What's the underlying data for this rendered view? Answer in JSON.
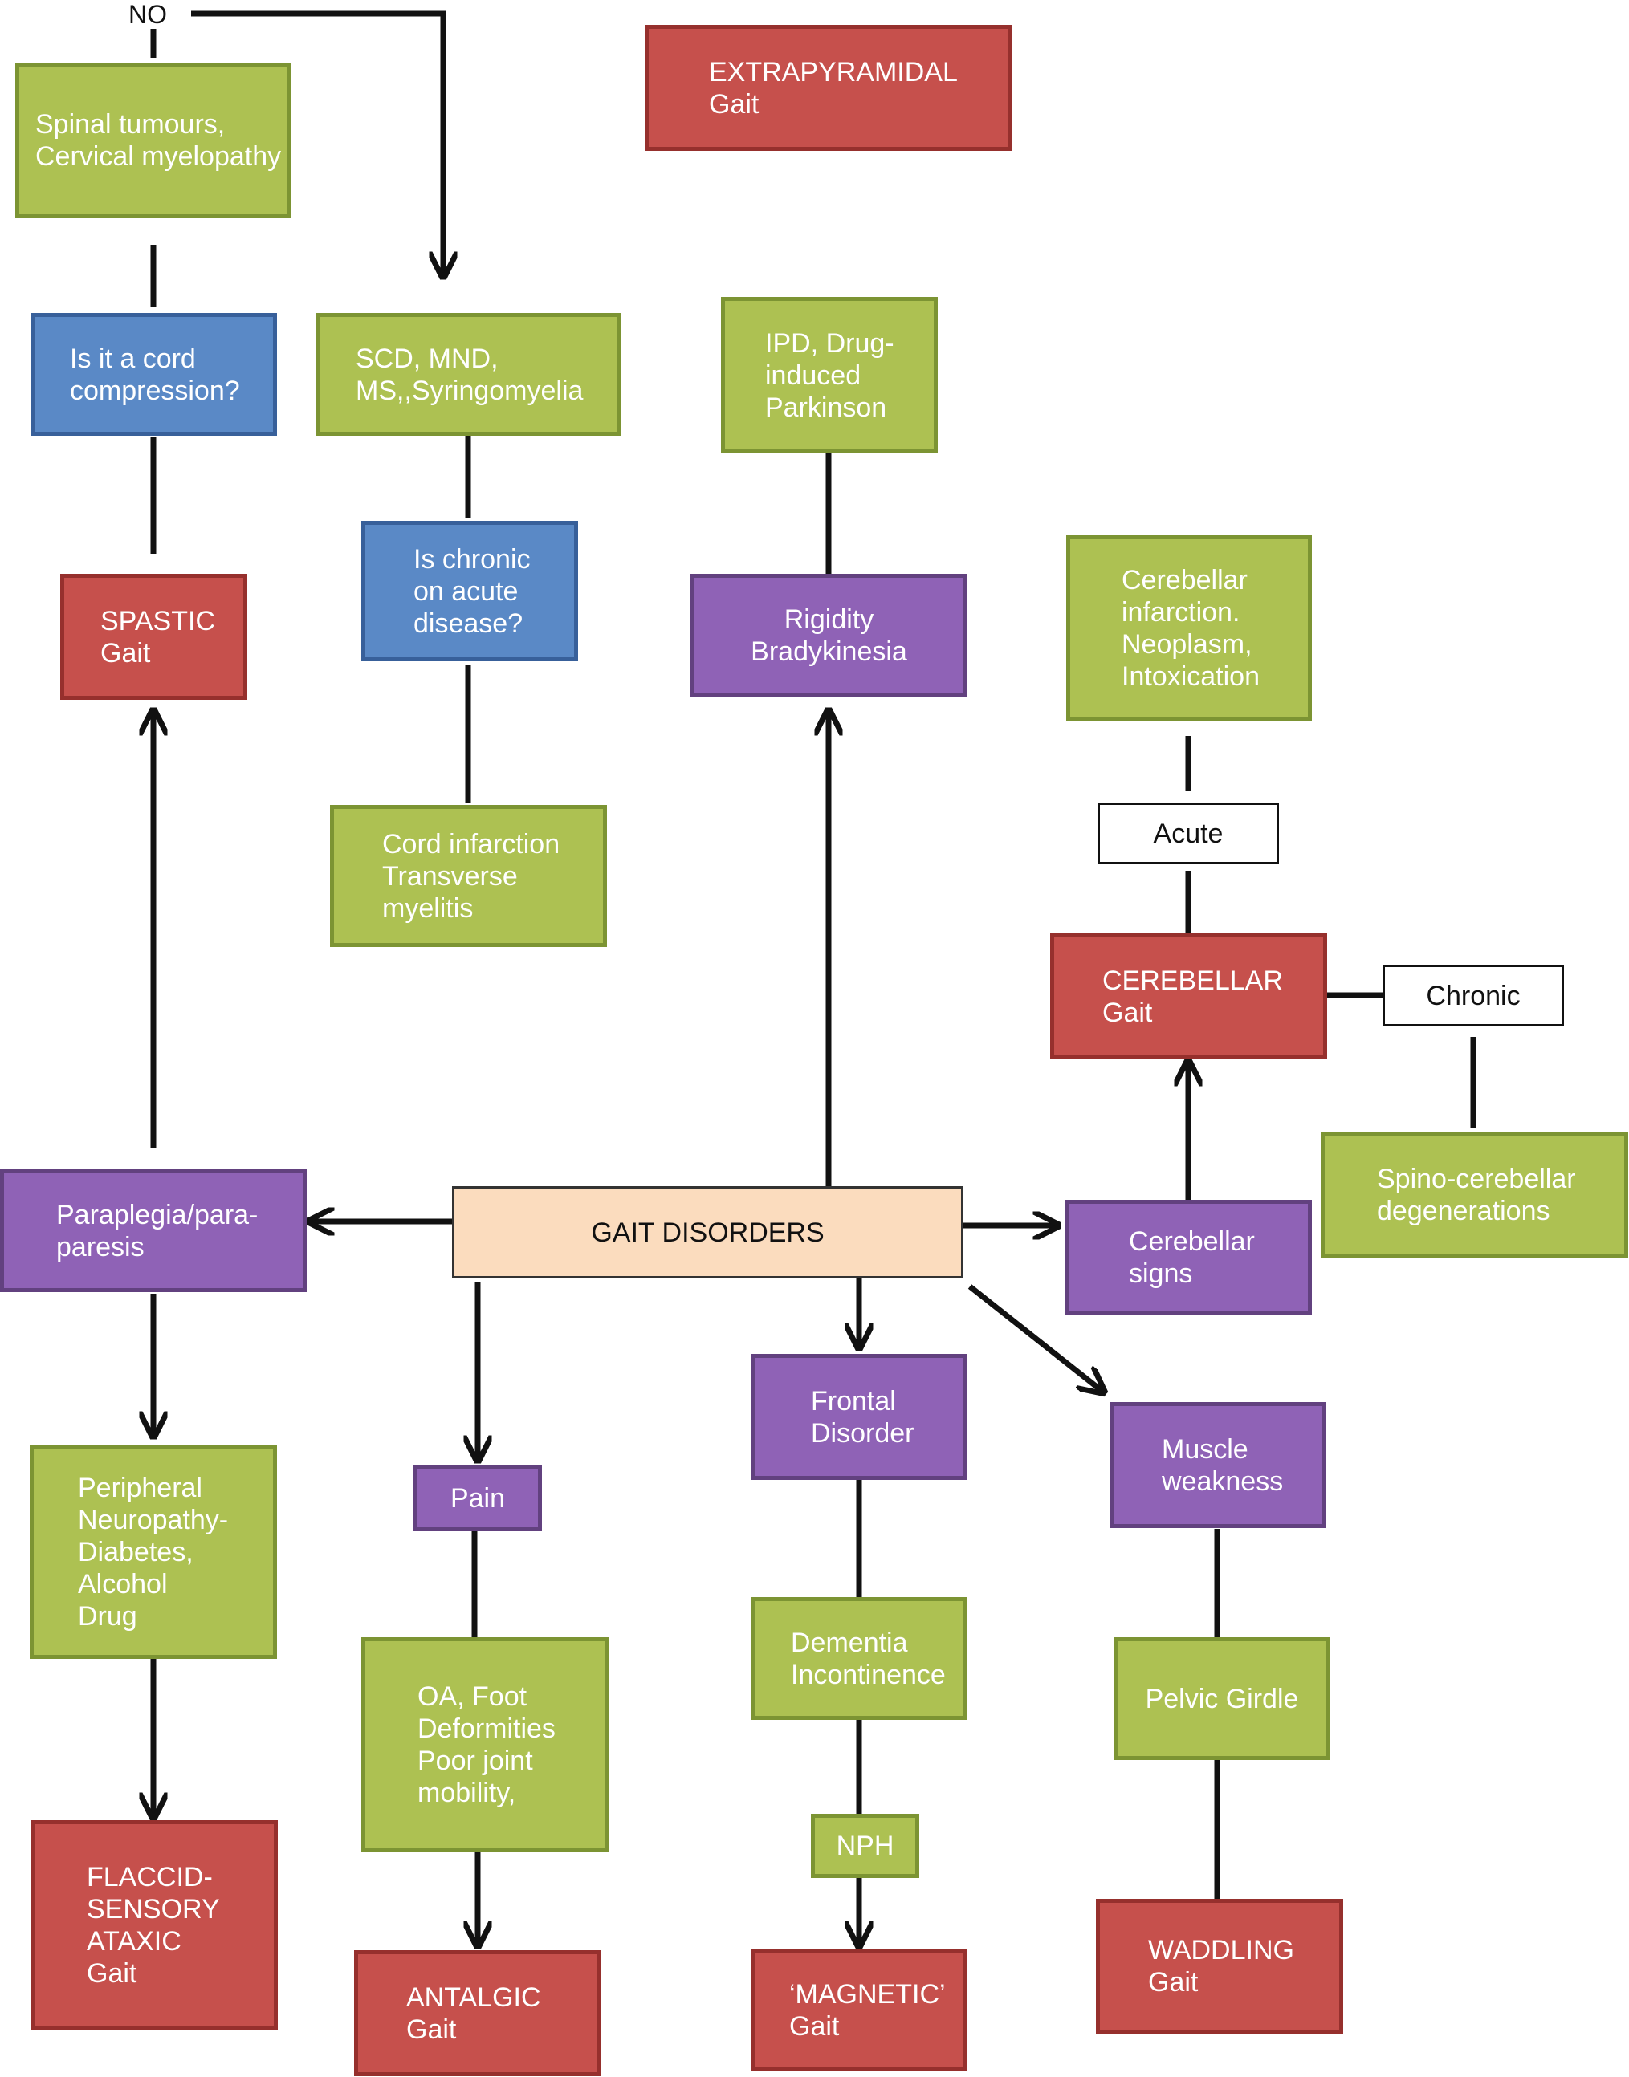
{
  "colors": {
    "green_fill": "#adc152",
    "red_fill": "#c6504c",
    "blue_fill": "#5a89c6",
    "purple_fill": "#8f62b6",
    "center_fill": "#fbdcbe",
    "connector": "#111111"
  },
  "labels": {
    "no": "NO"
  },
  "nodes": {
    "spinal_tumours": "Spinal tumours,\nCervical myelopathy",
    "extrapyramidal_gait": "EXTRAPYRAMIDAL\nGait",
    "cord_compression": "Is it a cord\ncompression?",
    "scd_mnd": "SCD, MND,\nMS,,Syringomyelia",
    "ipd_parkinson": "IPD, Drug-\ninduced\nParkinson",
    "chronic_on_acute": "Is chronic\non acute\ndisease?",
    "spastic_gait": "SPASTIC\nGait",
    "rigidity": "Rigidity\nBradykinesia",
    "cerebellar_infarction": "Cerebellar\ninfarction.\nNeoplasm,\nIntoxication",
    "cord_infarction": "Cord infarction\nTransverse\nmyelitis",
    "acute": "Acute",
    "cerebellar_gait": "CEREBELLAR\nGait",
    "chronic": "Chronic",
    "spino_cerebellar": "Spino-cerebellar\ndegenerations",
    "paraplegia": "Paraplegia/para-\nparesis",
    "gait_disorders": "GAIT DISORDERS",
    "cerebellar_signs": "Cerebellar\nsigns",
    "frontal_disorder": "Frontal\nDisorder",
    "muscle_weakness": "Muscle\nweakness",
    "peripheral_neuropathy": "Peripheral\nNeuropathy-\nDiabetes,\nAlcohol\nDrug",
    "pain": "Pain",
    "dementia": "Dementia\nIncontinence",
    "pelvic_girdle": "Pelvic Girdle",
    "oa_foot": "OA, Foot\nDeformities\nPoor joint\nmobility,",
    "nph": "NPH",
    "flaccid_gait": "FLACCID-\nSENSORY\nATAXIC\nGait",
    "antalgic_gait": "ANTALGIC\nGait",
    "magnetic_gait": "‘MAGNETIC’\nGait",
    "waddling_gait": "WADDLING\nGait"
  }
}
